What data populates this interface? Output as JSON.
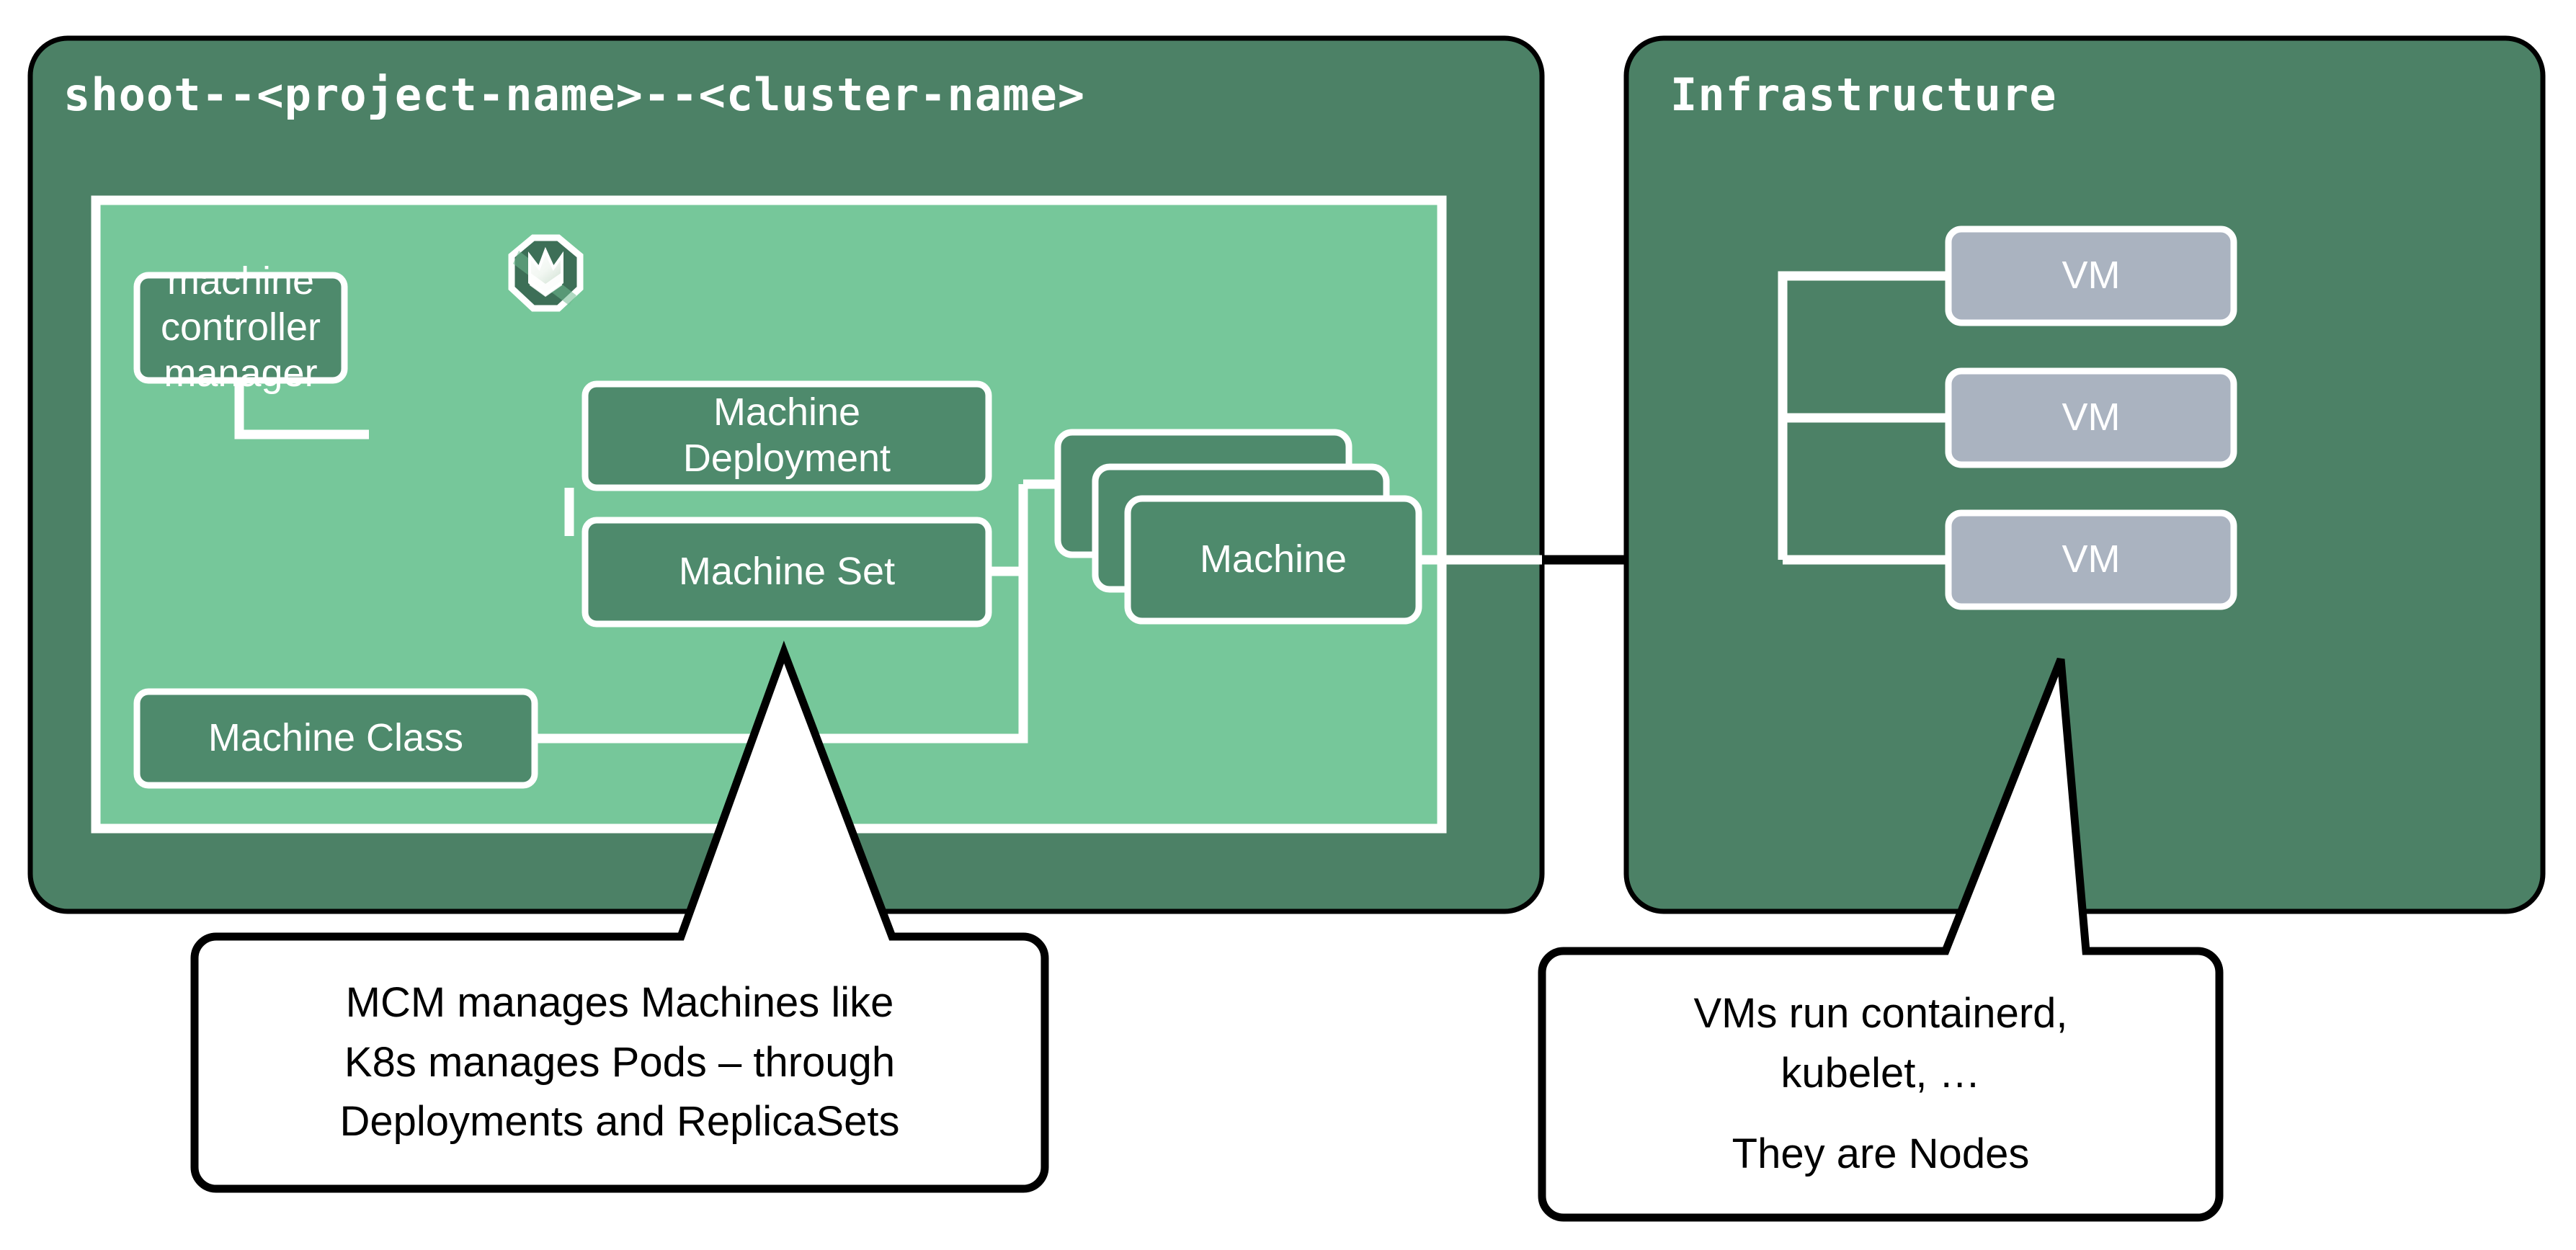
{
  "diagram": {
    "title_left": "shoot--<project-name>--<cluster-name>",
    "title_right": "Infrastructure",
    "colors": {
      "panel_dark_green": "#4c8166",
      "inner_light_green": "#76c79a",
      "box_green": "#4e8a6c",
      "vm_grey": "#aab3c0",
      "stroke_white": "#ffffff",
      "stroke_black": "#000000"
    }
  },
  "shoot_panel": {
    "title": "shoot--<project-name>--<cluster-name>",
    "logo_name": "gardener-logo",
    "boxes": {
      "mcm_line1": "machine",
      "mcm_line2": "controller manager",
      "machine_deployment_line1": "Machine",
      "machine_deployment_line2": "Deployment",
      "machine_set": "Machine Set",
      "machine_class": "Machine Class",
      "machine": "Machine"
    }
  },
  "infrastructure_panel": {
    "title": "Infrastructure",
    "vms": [
      {
        "label": "VM"
      },
      {
        "label": "VM"
      },
      {
        "label": "VM"
      }
    ]
  },
  "callouts": {
    "left": {
      "lines": [
        "MCM manages Machines like",
        "K8s manages Pods – through",
        "Deployments and ReplicaSets"
      ]
    },
    "right": {
      "lines_top": [
        "VMs run containerd,",
        "kubelet, …"
      ],
      "lines_bottom": [
        "They are Nodes"
      ]
    }
  }
}
